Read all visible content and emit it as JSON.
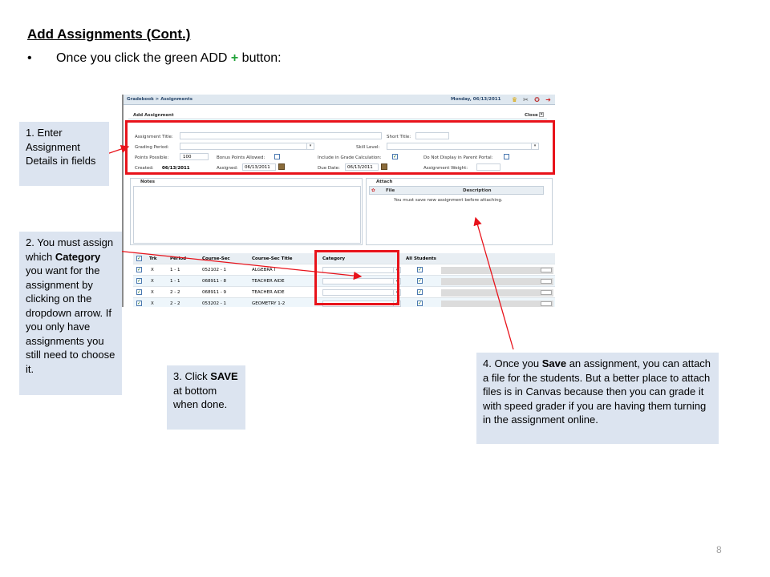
{
  "slide": {
    "title": "Add Assignments (Cont.)",
    "bullet_symbol": "•",
    "bullet_text_before": "Once you click the green ADD ",
    "bullet_plus": "+",
    "bullet_text_after": " button:",
    "page_number": "8"
  },
  "app": {
    "breadcrumb": "Gradebook > Assignments",
    "date": "Monday, 06/13/2011",
    "panel_title": "Add Assignment",
    "close_label": "Close",
    "close_icon": "x-icon",
    "form": {
      "assignment_title_label": "Assignment Title:",
      "short_title_label": "Short Title:",
      "grading_period_label": "Grading Period:",
      "skill_level_label": "Skill Level:",
      "points_possible_label": "Points Possible:",
      "points_possible_value": "100",
      "bonus_points_label": "Bonus Points Allowed:",
      "include_grade_calc_label": "Include in Grade Calculation:",
      "do_not_display_label": "Do Not Display in Parent Portal:",
      "created_label": "Created:",
      "created_value": "06/13/2011",
      "assigned_label": "Assigned:",
      "assigned_value": "06/13/2011",
      "due_date_label": "Due Date:",
      "due_date_value": "06/13/2011",
      "assignment_weight_label": "Assignment Weight:"
    },
    "notes_label": "Notes",
    "attach_label": "Attach",
    "attach_columns": [
      "File",
      "Description"
    ],
    "attach_message": "You must save new assignment before attaching.",
    "grid": {
      "headers": [
        "Trk",
        "Period",
        "Course-Sec",
        "Course-Sec Title",
        "Category",
        "All Students"
      ],
      "rows": [
        {
          "trk": "X",
          "period": "1 - 1",
          "course_sec": "052102 - 1",
          "title": "ALGEBRA I"
        },
        {
          "trk": "X",
          "period": "1 - 1",
          "course_sec": "068911 - 8",
          "title": "TEACHER AIDE"
        },
        {
          "trk": "X",
          "period": "2 - 2",
          "course_sec": "068911 - 9",
          "title": "TEACHER AIDE"
        },
        {
          "trk": "X",
          "period": "2 - 2",
          "course_sec": "053202 - 1",
          "title": "GEOMETRY 1-2"
        }
      ]
    }
  },
  "callouts": {
    "c1": "1. Enter Assignment Details in fields",
    "c2_before": "2. You must assign which ",
    "c2_bold": "Category",
    "c2_after": " you want for the assignment by clicking on the dropdown arrow. If you only have assignments you still need to choose it.",
    "c3_before": "3. Click ",
    "c3_bold": "SAVE",
    "c3_after": " at bottom when done.",
    "c4_before": "4. Once you ",
    "c4_bold": "Save",
    "c4_after": " an assignment, you can attach a file for the students. But a better place to attach files is in Canvas because then you can grade it  with speed grader if you are having them turning in the assignment online."
  },
  "colors": {
    "highlight": "#e8131b",
    "callout_bg": "#dce4f0",
    "add_plus": "#22a33a"
  }
}
